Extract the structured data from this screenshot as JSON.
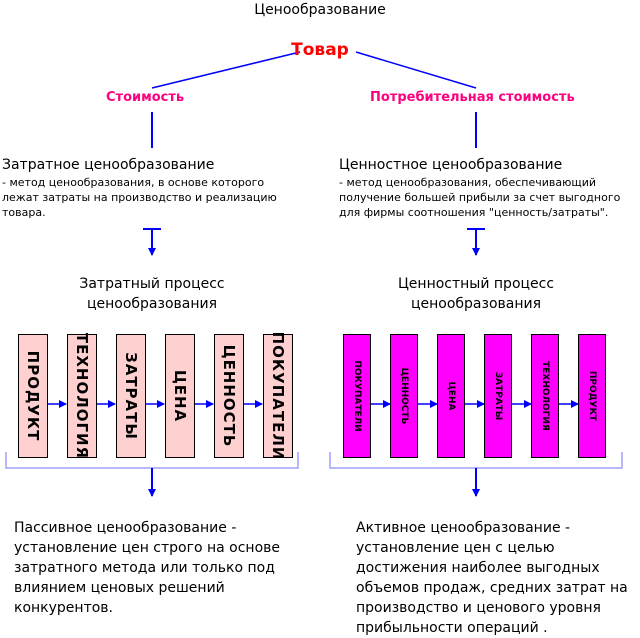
{
  "title": "Ценообразование",
  "root": "Товар",
  "left": {
    "branch": "Стоимость",
    "method_heading": "Затратное ценообразование",
    "method_desc": [
      "- метод ценообразования, в основе которого",
      "лежат затраты на производство и реализацию",
      "товара."
    ],
    "process_label": [
      "Затратный процесс",
      "ценообразования"
    ],
    "steps": [
      "ПРОДУКТ",
      "ТЕХНОЛОГИЯ",
      "ЗАТРАТЫ",
      "ЦЕНА",
      "ЦЕННОСТЬ",
      "ПОКУПАТЕЛИ"
    ],
    "result": "Пассивное ценообразование - установление цен строго на основе затратного метода или только под влиянием ценовых решений конкурентов."
  },
  "right": {
    "branch": "Потребительная стоимость",
    "method_heading": "Ценностное ценообразование",
    "method_desc": [
      "- метод ценообразования, обеспечивающий",
      "получение большей прибыли за счет выгодного",
      "для фирмы соотношения \"ценность/затраты\"."
    ],
    "process_label": [
      "Ценностный  процесс",
      "ценообразования"
    ],
    "steps": [
      "ПОКУПАТЕЛИ",
      "ЦЕННОСТЬ",
      "ЦЕНА",
      "ЗАТРАТЫ",
      "ТЕХНОЛОГИЯ",
      "ПРОДУКТ"
    ],
    "result": "Активное ценообразование - установление цен с целью достижения наиболее выгодных объемов продаж, средних затрат на производство и ценового уровня прибыльности операций ."
  },
  "colors": {
    "root": "#ff0000",
    "branch": "#ff0080",
    "connector": "#0000ff",
    "left_steps": "#ffd0d0",
    "right_steps": "#ff00ff",
    "bracket": "#a0a0ff"
  }
}
